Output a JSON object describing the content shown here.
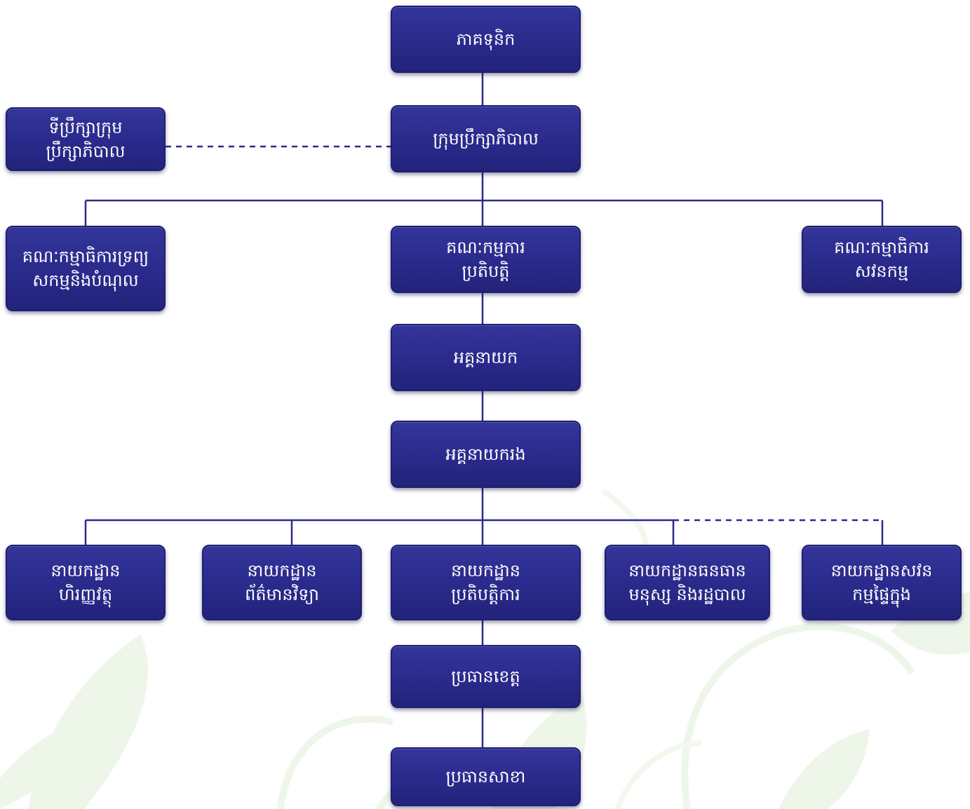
{
  "colors": {
    "box": "#2a2a8c",
    "connector": "#2a2a8c",
    "text": "#ffffff",
    "background_leaf": "#eef6ea"
  },
  "nodes": {
    "shareholders": {
      "lines": [
        "ភាគទុនិក"
      ]
    },
    "board_of_directors": {
      "lines": [
        "ក្រុមប្រឹក្សាភិបាល"
      ]
    },
    "board_advisor": {
      "lines": [
        "ទីប្រឹក្សាក្រុម",
        "ប្រឹក្សាភិបាល"
      ]
    },
    "assets_liabilities_committee": {
      "lines": [
        "គណៈកម្មាធិការទ្រព្យ",
        "សកម្មនិងបំណុល"
      ]
    },
    "executive_committee": {
      "lines": [
        "គណៈកម្មការ",
        "ប្រតិបត្តិ"
      ]
    },
    "audit_committee": {
      "lines": [
        "គណៈកម្មាធិការ",
        "សវនកម្ម"
      ]
    },
    "director_general": {
      "lines": [
        "អគ្គនាយក"
      ]
    },
    "deputy_director_general": {
      "lines": [
        "អគ្គនាយករង"
      ]
    },
    "finance_department": {
      "lines": [
        "នាយកដ្ឋាន",
        "ហិរញ្ញវត្ថុ"
      ]
    },
    "it_department": {
      "lines": [
        "នាយកដ្ឋាន",
        "ព័ត៌មានវិទ្យា"
      ]
    },
    "operations_department": {
      "lines": [
        "នាយកដ្ឋាន",
        "ប្រតិបត្តិការ"
      ]
    },
    "hr_admin_department": {
      "lines": [
        "នាយកដ្ឋានធនធាន",
        "មនុស្ស និងរដ្ឋបាល"
      ]
    },
    "internal_audit_department": {
      "lines": [
        "នាយកដ្ឋានសវន",
        "កម្មផ្ទៃក្នុង"
      ]
    },
    "provincial_manager": {
      "lines": [
        "ប្រធានខេត្ត"
      ]
    },
    "branch_manager": {
      "lines": [
        "ប្រធានសាខា"
      ]
    }
  }
}
